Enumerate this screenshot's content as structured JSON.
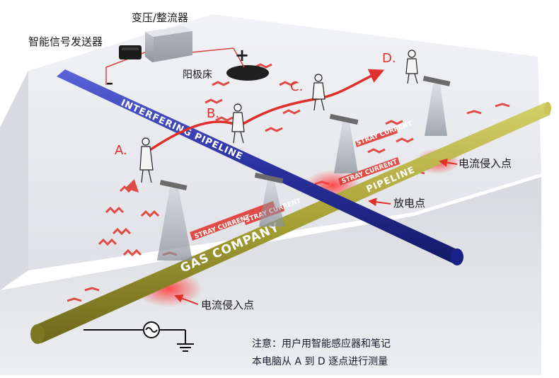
{
  "labels": {
    "transformer_rectifier": "变压/整流器",
    "signal_transmitter": "智能信号发送器",
    "anode_bed": "阳极床",
    "plus_sign": "+",
    "minus_sign": "–",
    "current_entry_1": "电流侵入点",
    "current_entry_2": "电流侵入点",
    "discharge_point": "放电点"
  },
  "points": {
    "a": "A.",
    "b": "B.",
    "c": "C.",
    "d": "D."
  },
  "pipes": {
    "interfering": "INTERFERING PIPELINE",
    "gas_company": "GAS COMPANY",
    "pipeline": "PIPELINE"
  },
  "stray": {
    "s1": "STRAY CURRENT",
    "s2": "STRAY CURRENT",
    "s3": "STRAY CURRENT",
    "s4": "STRAY CURRENT"
  },
  "note": {
    "line1": "注意：用户用智能感应器和笔记",
    "line2": "本电脑从 A 到 D 逐点进行测量"
  },
  "colors": {
    "ground_top": "#e6e8ec",
    "ground_side": "#cfd2d8",
    "interfering_pipe": "#2e35a8",
    "gas_pipe": "#a8a236",
    "current": "#e0302a",
    "wire": "#d84040",
    "label_red": "#e0302a"
  },
  "icons": {
    "ac_source": "ac-source-icon",
    "ground": "ground-icon",
    "surveyor": "surveyor-person-icon",
    "test_post": "test-post-icon"
  }
}
